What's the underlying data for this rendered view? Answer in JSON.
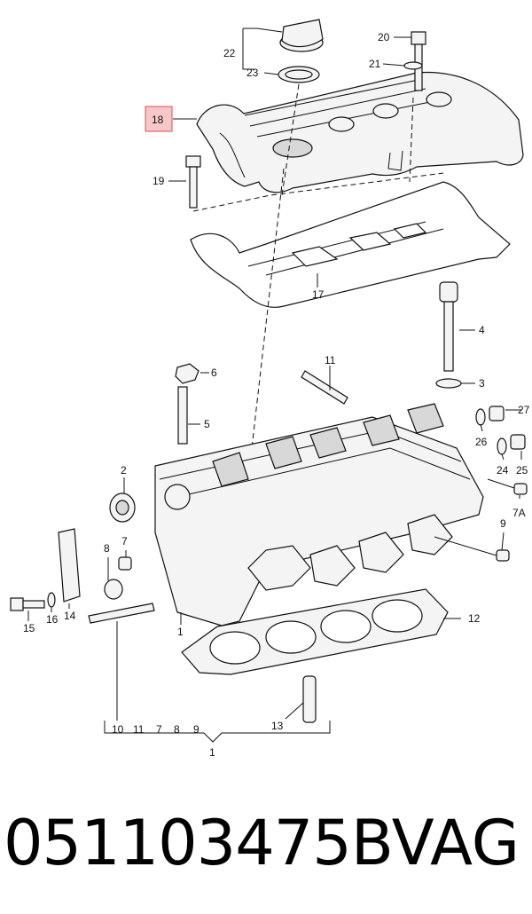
{
  "footer": {
    "part_number": "051103475B",
    "brand": "VAG"
  },
  "callouts": [
    "1",
    "2",
    "3",
    "4",
    "5",
    "6",
    "7",
    "7A",
    "8",
    "9",
    "10",
    "11",
    "12",
    "13",
    "14",
    "15",
    "16",
    "17",
    "18",
    "19",
    "20",
    "21",
    "22",
    "23",
    "24",
    "25",
    "26",
    "27"
  ],
  "bottom_group": [
    "10",
    "11",
    "7",
    "8",
    "9",
    "13"
  ],
  "colors": {
    "highlight_fill": "#f7c6c6",
    "highlight_stroke": "#d9534f",
    "ink": "#111111"
  }
}
